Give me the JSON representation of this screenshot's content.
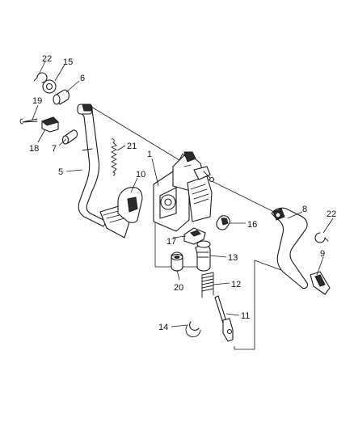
{
  "diagram": {
    "callouts": {
      "c1": "1",
      "c5": "5",
      "c6": "6",
      "c7": "7",
      "c8": "8",
      "c9": "9",
      "c10": "10",
      "c11": "11",
      "c12": "12",
      "c13": "13",
      "c14": "14",
      "c15": "15",
      "c16": "16",
      "c17": "17",
      "c18": "18",
      "c19": "19",
      "c20": "20",
      "c21": "21",
      "c22a": "22",
      "c22b": "22"
    }
  }
}
